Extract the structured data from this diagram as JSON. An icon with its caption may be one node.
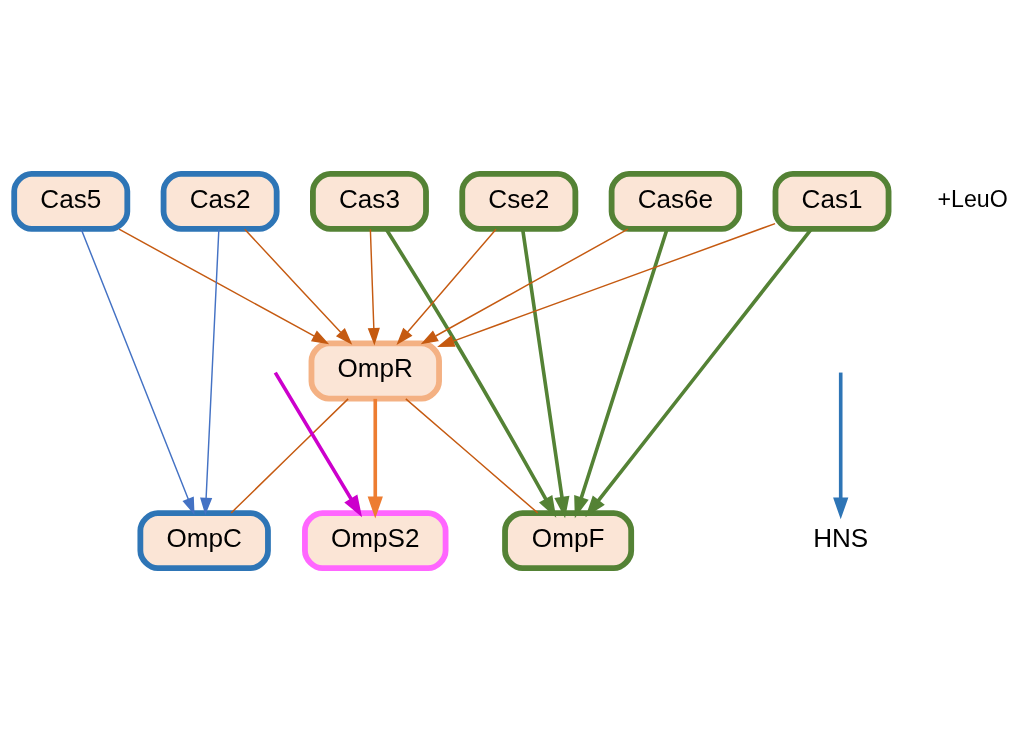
{
  "diagram": {
    "nodes": [
      {
        "text": [
          "Cas5"
        ]
      },
      {
        "text": [
          "Cas2"
        ]
      },
      {
        "text": [
          "Cas3"
        ]
      },
      {
        "text": [
          "Cse2"
        ]
      },
      {
        "text": [
          "Cas6e"
        ]
      },
      {
        "text": [
          "Cas1"
        ]
      },
      {
        "text": [
          "OmpR"
        ]
      },
      {
        "text": [
          "OmpC"
        ]
      },
      {
        "text": [
          "OmpS2"
        ]
      },
      {
        "text": [
          "OmpF"
        ]
      },
      {
        "text": [
          "HNS"
        ]
      }
    ],
    "edges": [
      {
        "from": 0,
        "to": 6,
        "arrow": "to"
      },
      {
        "from": 1,
        "to": 6,
        "arrow": "to"
      },
      {
        "from": 2,
        "to": 6,
        "arrow": "to"
      },
      {
        "from": 3,
        "to": 6,
        "arrow": "to"
      },
      {
        "from": 4,
        "to": 6,
        "arrow": "to"
      },
      {
        "from": 5,
        "to": 6,
        "arrow": "to"
      },
      {
        "from": 0,
        "to": 7,
        "arrow": "to",
        "color": "#4472c4"
      },
      {
        "from": 1,
        "to": 7,
        "arrow": "to",
        "color": "#4472c4"
      },
      {
        "from": 2,
        "to": 9,
        "arrow": "to",
        "style": "thick",
        "color": "#548235"
      },
      {
        "from": 3,
        "to": 9,
        "arrow": "to",
        "style": "thick",
        "color": "#548235"
      },
      {
        "from": 4,
        "to": 9,
        "arrow": "to",
        "style": "thick",
        "color": "#548235"
      },
      {
        "from": 5,
        "to": 9,
        "arrow": "to",
        "style": "thick",
        "color": "#548235"
      },
      {
        "from": 6,
        "to": 7,
        "arrow": "none"
      },
      {
        "from": 6,
        "to": 9,
        "arrow": "none"
      },
      {
        "from": 6,
        "to": 8,
        "arrow": "to",
        "style": "thick",
        "color": "#ed7d31"
      },
      {
        "from": null,
        "to": 8,
        "arrow": "to",
        "style": "thick",
        "color": "#cc00cc"
      },
      {
        "from": null,
        "to": 10,
        "arrow": "to",
        "style": "thick",
        "color": "#2e75b6"
      }
    ],
    "labels": [
      "+LeuO"
    ]
  }
}
